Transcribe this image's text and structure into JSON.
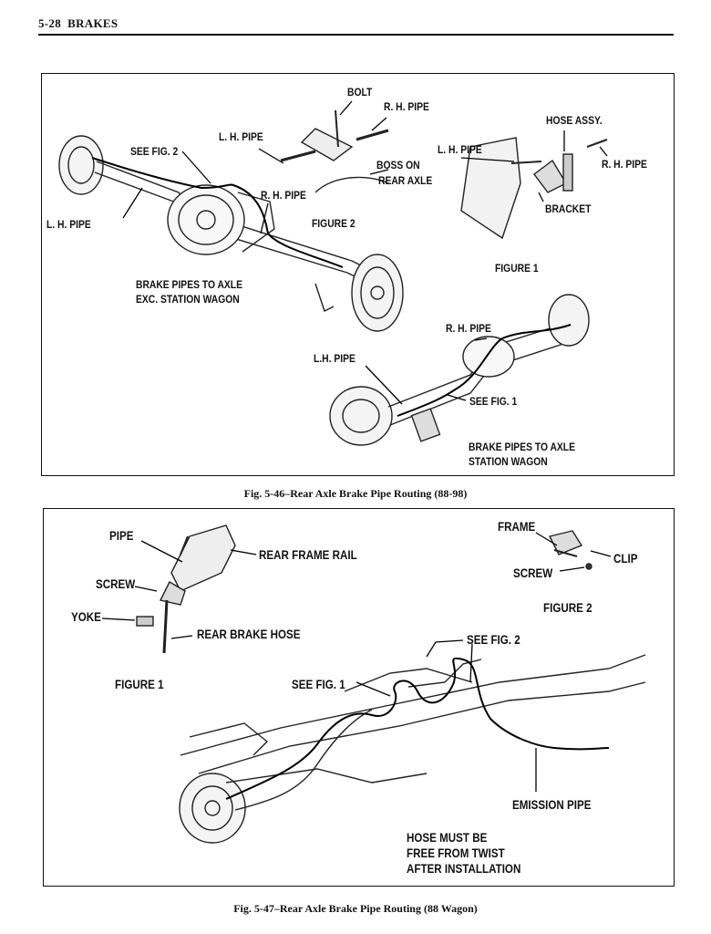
{
  "header": {
    "page": "5-28",
    "section": "BRAKES"
  },
  "figure_46": {
    "caption": "Fig. 5-46–Rear Axle Brake Pipe Routing (88-98)",
    "labels": {
      "bolt": "BOLT",
      "rh_pipe_top": "R. H. PIPE",
      "lh_pipe_top": "L. H. PIPE",
      "see_fig_2": "SEE FIG. 2",
      "boss_on": "BOSS ON",
      "rear_axle": "REAR AXLE",
      "rh_pipe_mid": "R. H. PIPE",
      "lh_pipe_left": "L. H. PIPE",
      "figure_2": "FIGURE 2",
      "brake_pipes_to_axle": "BRAKE PIPES TO AXLE",
      "exc_station_wagon": "EXC. STATION WAGON",
      "hose_assy": "HOSE ASSY.",
      "lh_pipe_fig1": "L. H. PIPE",
      "rh_pipe_fig1": "R. H. PIPE",
      "bracket": "BRACKET",
      "figure_1": "FIGURE 1",
      "rh_pipe_wagon": "R. H. PIPE",
      "lh_pipe_wagon": "L.H. PIPE",
      "see_fig_1": "SEE FIG. 1",
      "brake_pipes_to_axle_wagon": "BRAKE PIPES TO AXLE",
      "station_wagon": "STATION WAGON"
    }
  },
  "figure_47": {
    "caption": "Fig. 5-47–Rear Axle Brake Pipe Routing (88 Wagon)",
    "labels": {
      "pipe": "PIPE",
      "rear_frame_rail": "REAR FRAME RAIL",
      "screw_fig1": "SCREW",
      "yoke": "YOKE",
      "rear_brake_hose": "REAR BRAKE HOSE",
      "figure_1": "FIGURE 1",
      "frame": "FRAME",
      "clip": "CLIP",
      "screw_fig2": "SCREW",
      "figure_2": "FIGURE 2",
      "see_fig_2": "SEE FIG. 2",
      "see_fig_1": "SEE FIG. 1",
      "emission_pipe": "EMISSION PIPE",
      "hose_note": "HOSE MUST BE\nFREE FROM TWIST\nAFTER INSTALLATION"
    }
  }
}
